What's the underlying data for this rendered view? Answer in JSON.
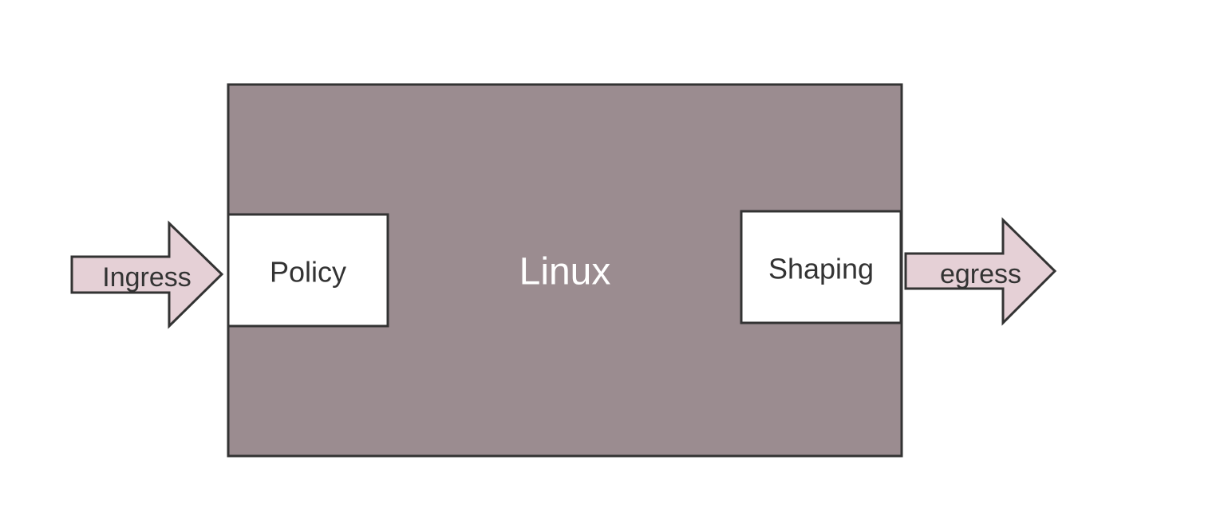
{
  "diagram": {
    "system": {
      "label": "Linux",
      "fill": "#9b8c90",
      "text_color": "#ffffff"
    },
    "policy": {
      "label": "Policy",
      "fill": "#ffffff",
      "text_color": "#333333"
    },
    "shaping": {
      "label": "Shaping",
      "fill": "#ffffff",
      "text_color": "#333333"
    },
    "ingress": {
      "label": "Ingress",
      "fill": "#e5d0d6",
      "text_color": "#333333"
    },
    "egress": {
      "label": "egress",
      "fill": "#e5d0d6",
      "text_color": "#333333"
    },
    "stroke_color": "#333333"
  }
}
